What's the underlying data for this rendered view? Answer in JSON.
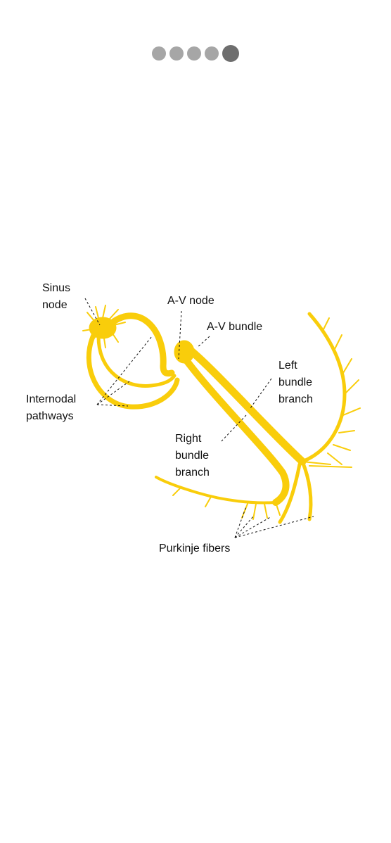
{
  "pager": {
    "dot_count": 5,
    "active_index": 4,
    "dot_color": "#a6a6a6",
    "active_dot_color": "#6e6e6e"
  },
  "diagram": {
    "fiber_color": "#f9cd0b",
    "leader_line_color": "#111111",
    "labels": {
      "sinus_node": "Sinus\nnode",
      "av_node": "A-V node",
      "av_bundle": "A-V bundle",
      "left_bundle_branch": "Left\nbundle\nbranch",
      "internodal_pathways": "Internodal\npathways",
      "right_bundle_branch": "Right\nbundle\nbranch",
      "purkinje_fibers": "Purkinje fibers"
    }
  }
}
